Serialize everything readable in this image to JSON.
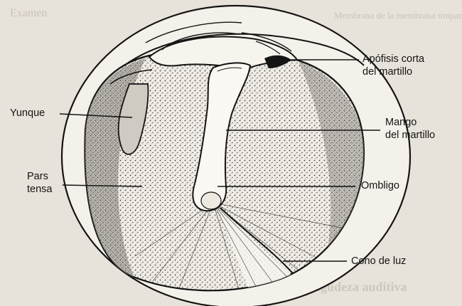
{
  "background_page": {
    "header_left": "Examen",
    "header_right": "Membrana de la membrana timpanica",
    "heading": "Agudeza auditiva"
  },
  "labels": {
    "apofisis_line1": "Apófisis corta",
    "apofisis_line2": "del martillo",
    "yunque": "Yunque",
    "mango_line1": "Mango",
    "mango_line2": "del martillo",
    "pars_line1": "Pars",
    "pars_line2": "tensa",
    "ombligo": "Ombligo",
    "cono": "Cono de luz"
  },
  "colors": {
    "paper": "#e8e3da",
    "ink": "#141414",
    "stipple": "#3a3a3a",
    "faded_text": "#c9c2b6"
  }
}
